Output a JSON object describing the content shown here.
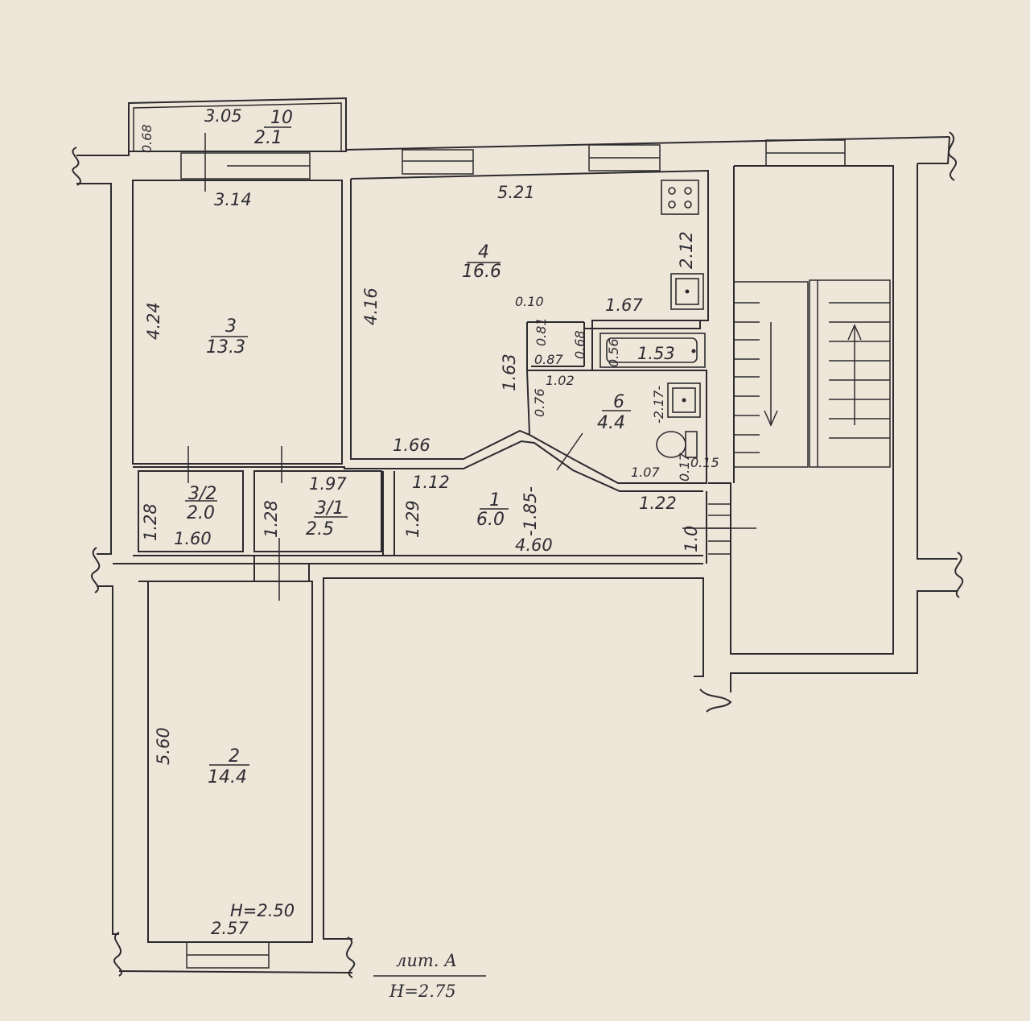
{
  "rooms": [
    {
      "id": "10",
      "number": "10",
      "area": "2.1"
    },
    {
      "id": "3",
      "number": "3",
      "area": "13.3"
    },
    {
      "id": "4",
      "number": "4",
      "area": "16.6"
    },
    {
      "id": "3-2",
      "number": "3/2",
      "area": "2.0"
    },
    {
      "id": "3-1",
      "number": "3/1",
      "area": "2.5"
    },
    {
      "id": "1",
      "number": "1",
      "area": "6.0"
    },
    {
      "id": "6",
      "number": "6",
      "area": "4.4"
    },
    {
      "id": "2",
      "number": "2",
      "area": "14.4"
    }
  ],
  "dimensions": {
    "balcony_width": "3.05",
    "balcony_depth": "0.68",
    "room3_width": "3.14",
    "room3_length": "4.24",
    "room4_width": "5.21",
    "room4_length": "4.16",
    "kitchen_right": "2.12",
    "kitchen_step": "1.67",
    "k_010": "0.10",
    "k_081": "0.81",
    "k_068": "0.68",
    "k_087": "0.87",
    "k_163": "1.63",
    "bath_len": "1.53",
    "bath_056": "0.56",
    "wc_102": "1.02",
    "wc_076": "0.76",
    "wc_217": "-2.17-",
    "wc_107": "1.07",
    "wc_017": "0.17",
    "wc_015": "0.15",
    "room4_bottom": "1.66",
    "c_112": "1.12",
    "c_129": "1.29",
    "c_185": "-1.85-",
    "c_122": "1.22",
    "c_10": "1.0",
    "c_460": "4.60",
    "r31_197": "1.97",
    "r31_128": "1.28",
    "r32_128": "1.28",
    "r32_160": "1.60",
    "room2_length": "5.60",
    "room2_width": "2.57",
    "room2_height": "H=2.50"
  },
  "legend": {
    "letter": "лит. А",
    "height": "H=2.75"
  }
}
